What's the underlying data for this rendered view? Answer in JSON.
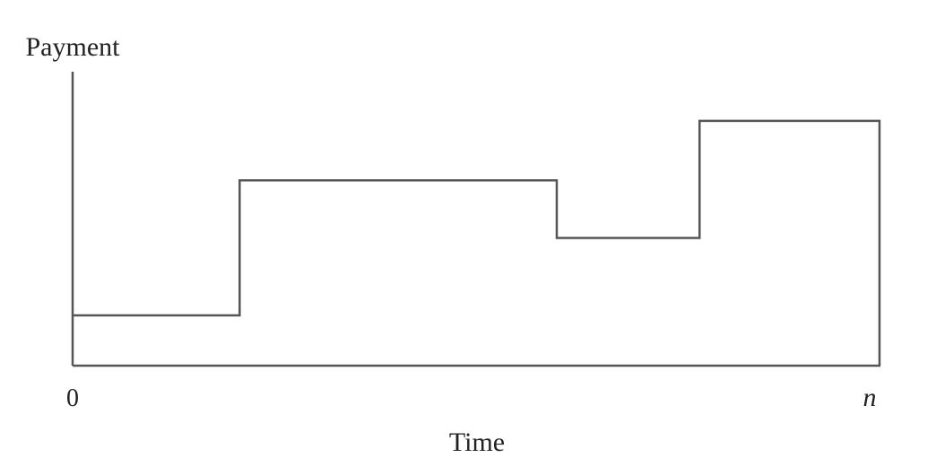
{
  "chart_data": {
    "type": "line",
    "step": true,
    "ylabel": "Payment",
    "xlabel": "Time",
    "x_tick_labels": [
      "0",
      "n"
    ],
    "xlim": [
      0,
      1
    ],
    "ylim": [
      0,
      1
    ],
    "grid": false,
    "series": [
      {
        "x": [
          0,
          0.207,
          0.207,
          0.6,
          0.6,
          0.777,
          0.777,
          1,
          1
        ],
        "y": [
          0.204,
          0.204,
          0.752,
          0.752,
          0.518,
          0.518,
          0.993,
          0.993,
          0
        ]
      }
    ],
    "colors": {
      "line": "#555555",
      "text": "#222222"
    }
  }
}
